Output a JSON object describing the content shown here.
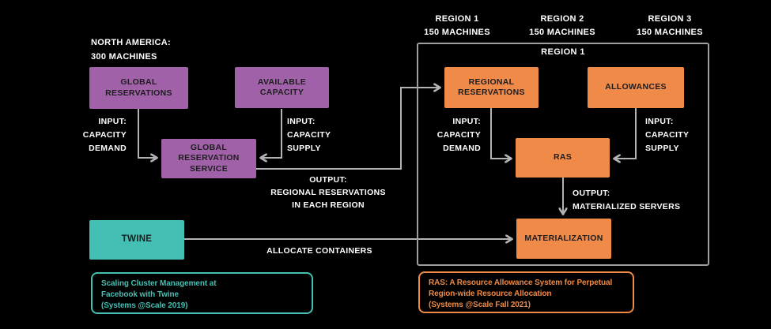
{
  "colors": {
    "background": "#000000",
    "purple": "#a161a8",
    "orange": "#f08a49",
    "teal": "#43bfb4",
    "connector_gray": "#b3b3b3",
    "region_border_gray": "#9e9e9e",
    "box_text_dark": "#1d1d1f",
    "label_white": "#ffffff"
  },
  "left_cluster": {
    "header": {
      "line1": "NORTH AMERICA:",
      "line2": "300 MACHINES"
    },
    "global_reservations_label": "GLOBAL RESERVATIONS",
    "available_capacity_label": "AVAILABLE CAPACITY",
    "global_reservation_service_label": "GLOBAL RESERVATION SERVICE",
    "input_demand": {
      "l1": "INPUT:",
      "l2": "CAPACITY",
      "l3": "DEMAND"
    },
    "input_supply": {
      "l1": "INPUT:",
      "l2": "CAPACITY",
      "l3": "SUPPLY"
    },
    "output": {
      "l1": "OUTPUT:",
      "l2": "REGIONAL RESERVATIONS",
      "l3": "IN EACH REGION"
    }
  },
  "region_headers": [
    {
      "name": "REGION 1",
      "machines": "150 MACHINES"
    },
    {
      "name": "REGION 2",
      "machines": "150 MACHINES"
    },
    {
      "name": "REGION 3",
      "machines": "150 MACHINES"
    }
  ],
  "region1": {
    "title": "REGION 1",
    "regional_reservations_label": "REGIONAL RESERVATIONS",
    "allowances_label": "ALLOWANCES",
    "ras_label": "RAS",
    "materialization_label": "MATERIALIZATION",
    "input_demand": {
      "l1": "INPUT:",
      "l2": "CAPACITY",
      "l3": "DEMAND"
    },
    "input_supply": {
      "l1": "INPUT:",
      "l2": "CAPACITY",
      "l3": "SUPPLY"
    },
    "output": {
      "l1": "OUTPUT:",
      "l2": "MATERIALIZED SERVERS"
    }
  },
  "twine": {
    "label": "TWINE",
    "allocate_label": "ALLOCATE CONTAINERS"
  },
  "captions": {
    "twine": {
      "l1": "Scaling Cluster Management at",
      "l2": "Facebook with Twine",
      "l3": "(Systems @Scale 2019)"
    },
    "ras": {
      "l1": "RAS: A Resource Allowance System for Perpetual",
      "l2": "Region-wide Resource Allocation",
      "l3": "(Systems @Scale Fall 2021)"
    }
  }
}
